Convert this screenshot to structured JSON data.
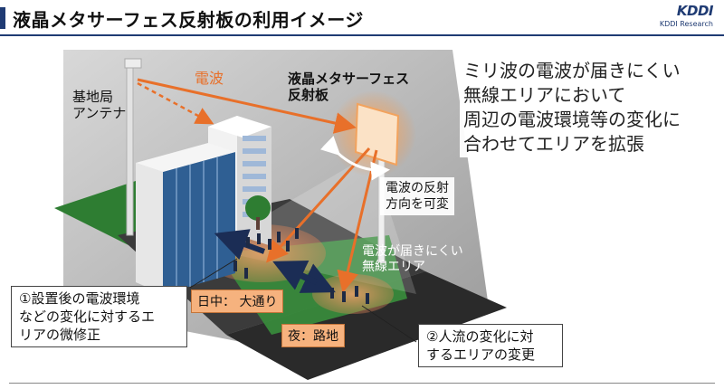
{
  "header": {
    "title": "液晶メタサーフェス反射板の利用イメージ",
    "logo_mark": "KDDI",
    "logo_sub": "KDDI Research"
  },
  "diagram": {
    "wave_label": "電波",
    "base_station_label": [
      "基地局",
      "アンテナ"
    ],
    "reflector_label": [
      "液晶メタサーフェス",
      "反射板"
    ],
    "direction_label": [
      "電波の反射",
      "方向を可変"
    ],
    "weak_area_label": [
      "電波が届きにくい",
      "無線エリア"
    ],
    "message": [
      "ミリ波の電波が届きにくい",
      "無線エリアにおいて",
      "周辺の電波環境等の変化に",
      "合わせてエリアを拡張"
    ],
    "callout1": [
      "①設置後の電波環境",
      "などの変化に対するエ",
      "リアの微修正"
    ],
    "callout2": [
      "②人流の変化に対",
      "するエリアの変更"
    ],
    "day_tag": "日中： 大通り",
    "night_tag": "夜：路地"
  },
  "colors": {
    "accent_navy": "#1f3b73",
    "wave_orange": "#e8702a",
    "tag_orange": "#f6b27e"
  }
}
